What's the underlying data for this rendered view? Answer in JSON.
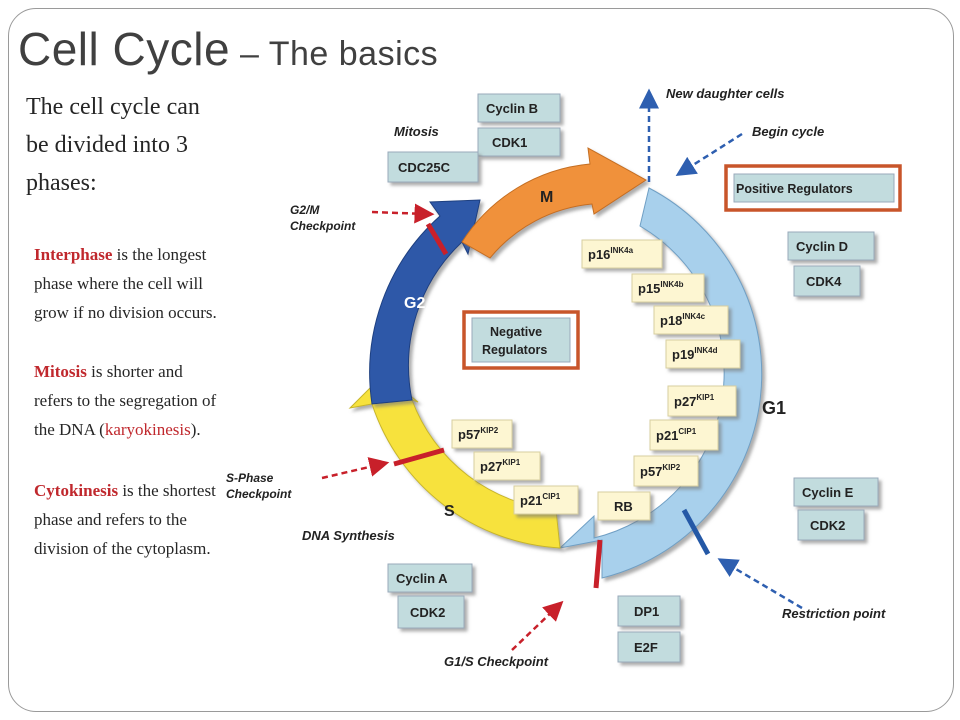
{
  "slide": {
    "title_main": "Cell Cycle",
    "title_sub": " – The basics",
    "intro": "The cell cycle can be divided into 3 phases:",
    "paragraphs": [
      {
        "term": "Interphase",
        "text": " is the longest phase where the cell will grow if no division occurs."
      },
      {
        "term": "Mitosis",
        "text": " is shorter and refers to the segregation of the DNA (",
        "highlight": "karyokinesis",
        "after": ")."
      },
      {
        "term": "Cytokinesis",
        "text": " is the shortest phase and refers to the division of the cytoplasm."
      }
    ]
  },
  "diagram": {
    "phases": {
      "m": "M",
      "g2": "G2",
      "s": "S",
      "g1": "G1"
    },
    "labels": {
      "mitosis": "Mitosis",
      "g2m_1": "G2/M",
      "g2m_2": "Checkpoint",
      "sphase_1": "S-Phase",
      "sphase_2": "Checkpoint",
      "dna_synthesis": "DNA Synthesis",
      "g1s_checkpoint": "G1/S Checkpoint",
      "restriction_point": "Restriction point",
      "new_daughter_cells": "New daughter cells",
      "begin_cycle": "Begin cycle"
    },
    "boxes": {
      "cyclin_b": "Cyclin B",
      "cdk1": "CDK1",
      "cdc25c": "CDC25C",
      "positive_regulators": "Positive Regulators",
      "negative_regulators_1": "Negative",
      "negative_regulators_2": "Regulators",
      "cyclin_d": "Cyclin D",
      "cdk4": "CDK4",
      "cyclin_e": "Cyclin E",
      "cdk2_e": "CDK2",
      "cyclin_a": "Cyclin A",
      "cdk2_a": "CDK2",
      "dp1": "DP1",
      "e2f": "E2F",
      "rb": "RB"
    },
    "inhibitors": {
      "p16": {
        "base": "p16",
        "sup": "INK4a"
      },
      "p15": {
        "base": "p15",
        "sup": "INK4b"
      },
      "p18": {
        "base": "p18",
        "sup": "INK4c"
      },
      "p19": {
        "base": "p19",
        "sup": "INK4d"
      },
      "p27_g1": {
        "base": "p27",
        "sup": "KIP1"
      },
      "p21_g1": {
        "base": "p21",
        "sup": "CIP1"
      },
      "p57_g1": {
        "base": "p57",
        "sup": "KIP2"
      },
      "p57_s": {
        "base": "p57",
        "sup": "KIP2"
      },
      "p27_s": {
        "base": "p27",
        "sup": "KIP1"
      },
      "p21_s": {
        "base": "p21",
        "sup": "CIP1"
      }
    },
    "colors": {
      "m": "#f0913a",
      "g2": "#2f58a8",
      "s": "#f7e23e",
      "g1": "#a8d0ec",
      "checkpoint": "#c8202a",
      "restriction": "#2458a6",
      "callout_border": "#c8552a",
      "box_fill": "#c2dcde",
      "box_light": "#fdf6d2"
    }
  }
}
